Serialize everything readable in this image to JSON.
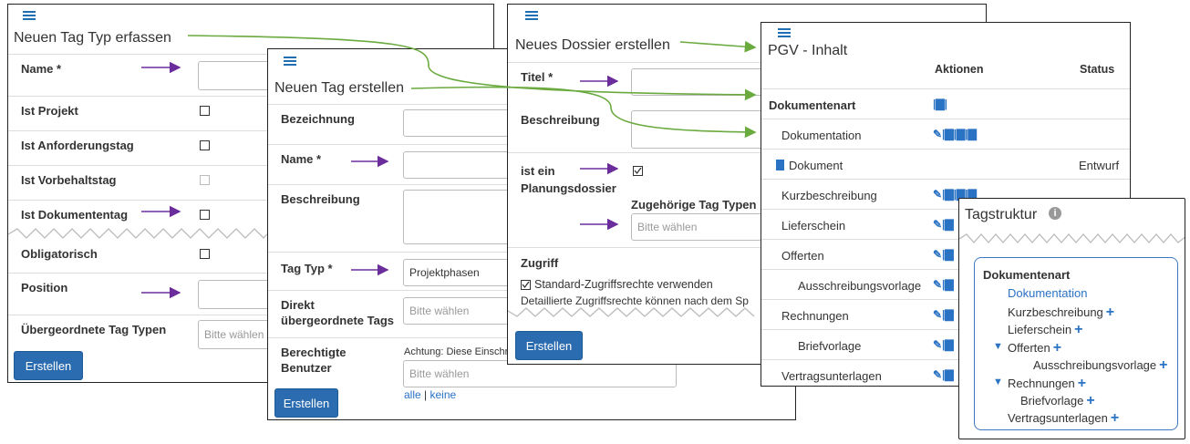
{
  "colors": {
    "accent": "#2b6cb0",
    "link": "#2a72c3",
    "arrow_purple": "#6b2d9c",
    "arrow_green": "#6aaa3e"
  },
  "panel1": {
    "title": "Neuen Tag Typ erfassen",
    "fields": {
      "name": "Name *",
      "ist_projekt": "Ist Projekt",
      "ist_anforderungstag": "Ist Anforderungstag",
      "ist_vorbehaltstag": "Ist Vorbehaltstag",
      "ist_dokumententag": "Ist Dokumententag",
      "obligatorisch": "Obligatorisch",
      "position": "Position",
      "uebergeordnete": "Übergeordnete Tag Typen"
    },
    "placeholder": "Bitte wählen",
    "button": "Erstellen"
  },
  "panel2": {
    "title": "Neuen Tag erstellen",
    "fields": {
      "bezeichnung": "Bezeichnung",
      "name": "Name *",
      "beschreibung": "Beschreibung",
      "tag_typ": "Tag Typ *",
      "direkt_1": "Direkt",
      "direkt_2": "übergeordnete Tags",
      "berechtigte_1": "Berechtigte",
      "berechtigte_2": "Benutzer"
    },
    "tag_typ_value": "Projektphasen",
    "placeholder": "Bitte wählen",
    "warning": "Achtung: Diese Einschrä",
    "link_alle": "alle",
    "link_sep": " | ",
    "link_keine": "keine",
    "button": "Erstellen"
  },
  "panel3": {
    "title": "Neues Dossier erstellen",
    "fields": {
      "titel": "Titel *",
      "beschreibung": "Beschreibung",
      "planung_1": "ist ein",
      "planung_2": "Planungsdossier",
      "zugehoerige": "Zugehörige Tag Typen",
      "zugriff": "Zugriff"
    },
    "placeholder": "Bitte wählen",
    "standard": "Standard-Zugriffsrechte verwenden",
    "detail": "Detaillierte Zugriffsrechte können nach dem Sp",
    "button": "Erstellen"
  },
  "panel4": {
    "title": "PGV - Inhalt",
    "col_aktionen": "Aktionen",
    "col_status": "Status",
    "rows": [
      {
        "label": "Dokumentenart",
        "status": ""
      },
      {
        "label": "Dokumentation",
        "status": ""
      },
      {
        "label": "Dokument",
        "status": "Entwurf"
      },
      {
        "label": "Kurzbeschreibung",
        "status": ""
      },
      {
        "label": "Lieferschein",
        "status": ""
      },
      {
        "label": "Offerten",
        "status": ""
      },
      {
        "label": "Ausschreibungsvorlage",
        "status": ""
      },
      {
        "label": "Rechnungen",
        "status": ""
      },
      {
        "label": "Briefvorlage",
        "status": ""
      },
      {
        "label": "Vertragsunterlagen",
        "status": ""
      }
    ]
  },
  "panel5": {
    "title": "Tagstruktur",
    "tree": [
      "Dokumentenart",
      "Dokumentation",
      "Kurzbeschreibung",
      "Lieferschein",
      "Offerten",
      "Ausschreibungsvorlage",
      "Rechnungen",
      "Briefvorlage",
      "Vertragsunterlagen"
    ]
  }
}
